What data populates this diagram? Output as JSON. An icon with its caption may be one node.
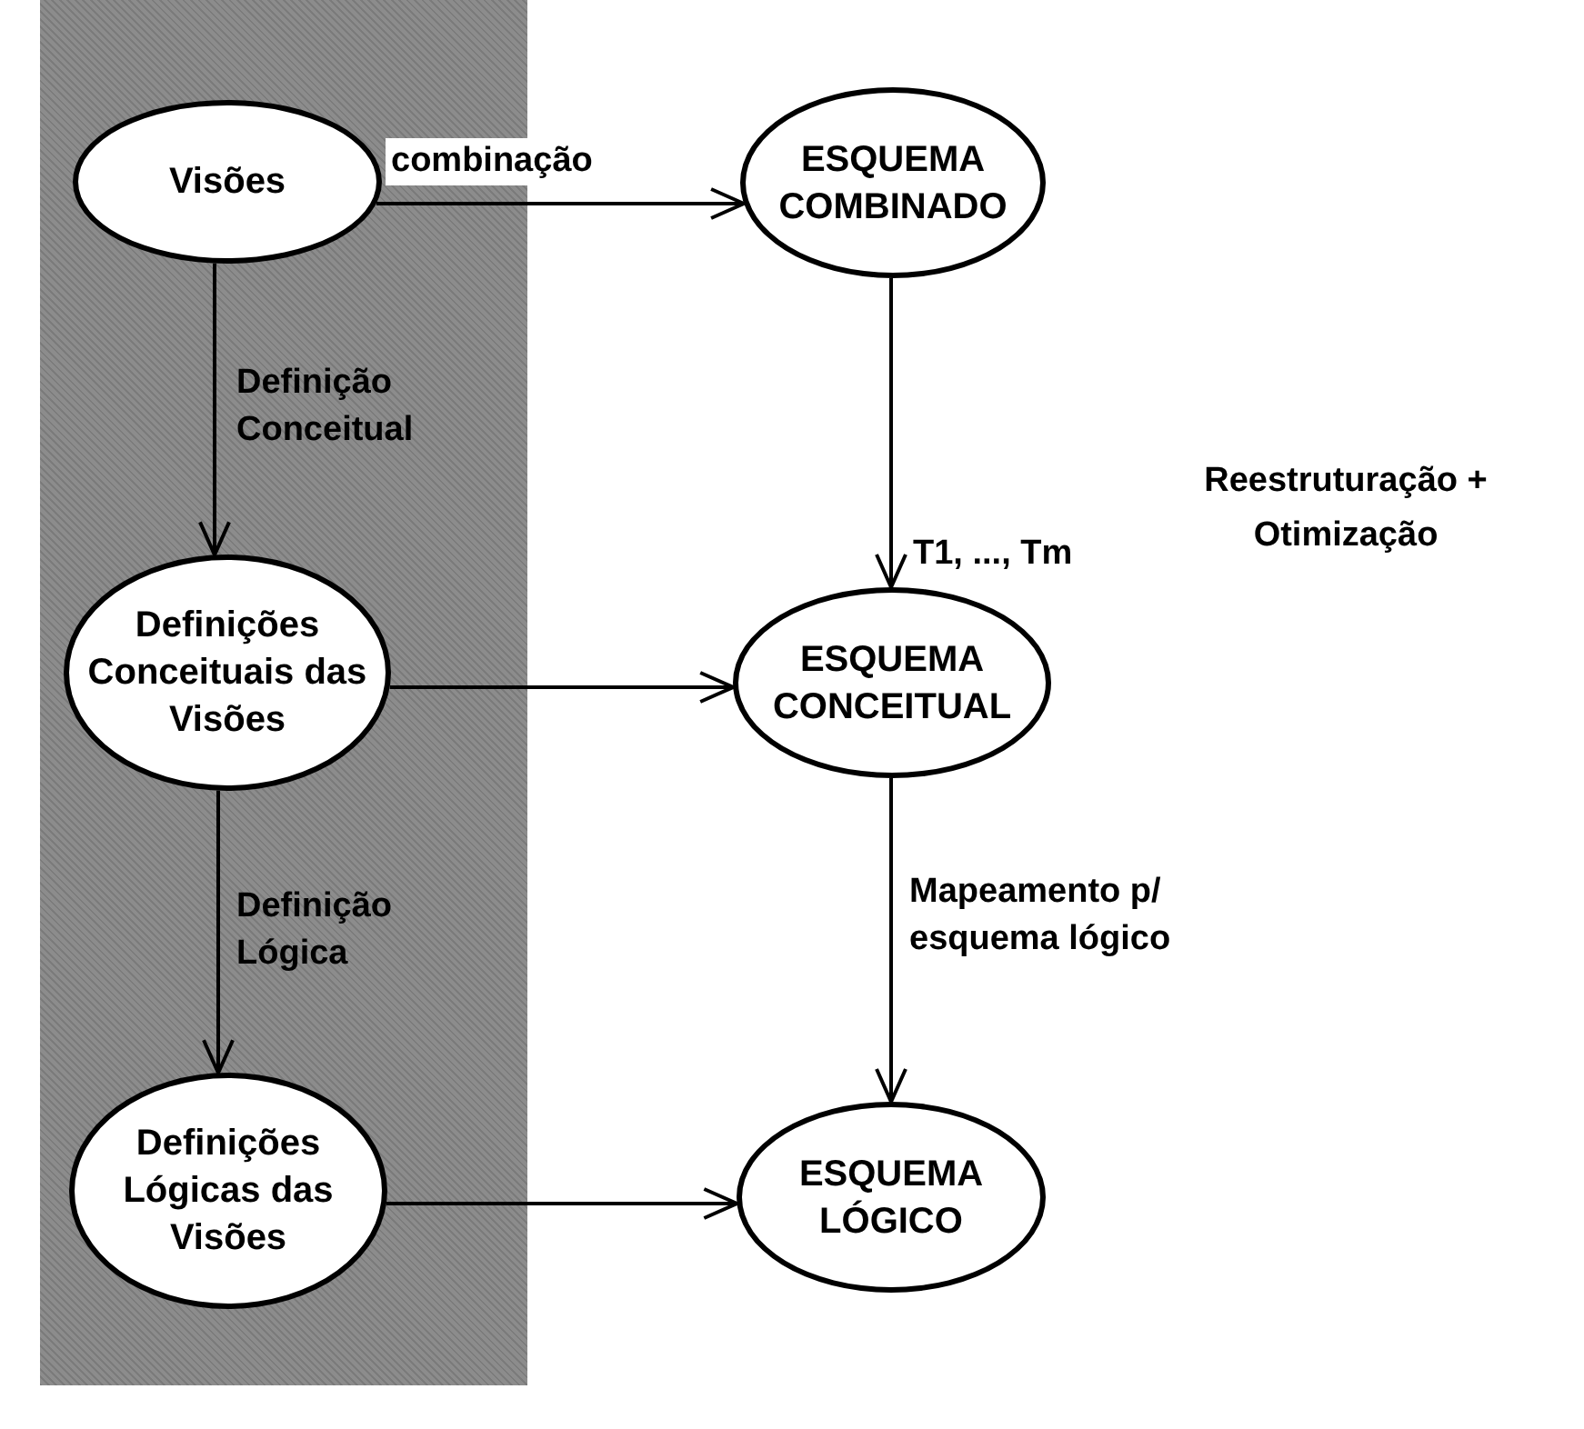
{
  "diagram": {
    "nodes": [
      {
        "text": [
          "Visões"
        ]
      },
      {
        "text": [
          "ESQUEMA COMBINADO"
        ]
      },
      {
        "text": [
          "Definições Conceituais das Visões"
        ]
      },
      {
        "text": [
          "ESQUEMA CONCEITUAL"
        ]
      },
      {
        "text": [
          "Definições Lógicas das Visões"
        ]
      },
      {
        "text": [
          "ESQUEMA LÓGICO"
        ]
      }
    ],
    "edges": [
      {
        "from": 0,
        "to": 1,
        "arrow": "to",
        "label": "combinação"
      },
      {
        "from": 0,
        "to": 2,
        "arrow": "to",
        "label": "Definição Conceitual"
      },
      {
        "from": 1,
        "to": 3,
        "arrow": "to",
        "label": "T1, ..., Tm"
      },
      {
        "from": 2,
        "to": 3,
        "arrow": "to"
      },
      {
        "from": 2,
        "to": 4,
        "arrow": "to",
        "label": "Definição Lógica"
      },
      {
        "from": 3,
        "to": 5,
        "arrow": "to",
        "label": "Mapeamento p/ esquema lógico"
      },
      {
        "from": 4,
        "to": 5,
        "arrow": "to"
      }
    ],
    "labels": [
      "Reestruturação + Otimização"
    ]
  }
}
